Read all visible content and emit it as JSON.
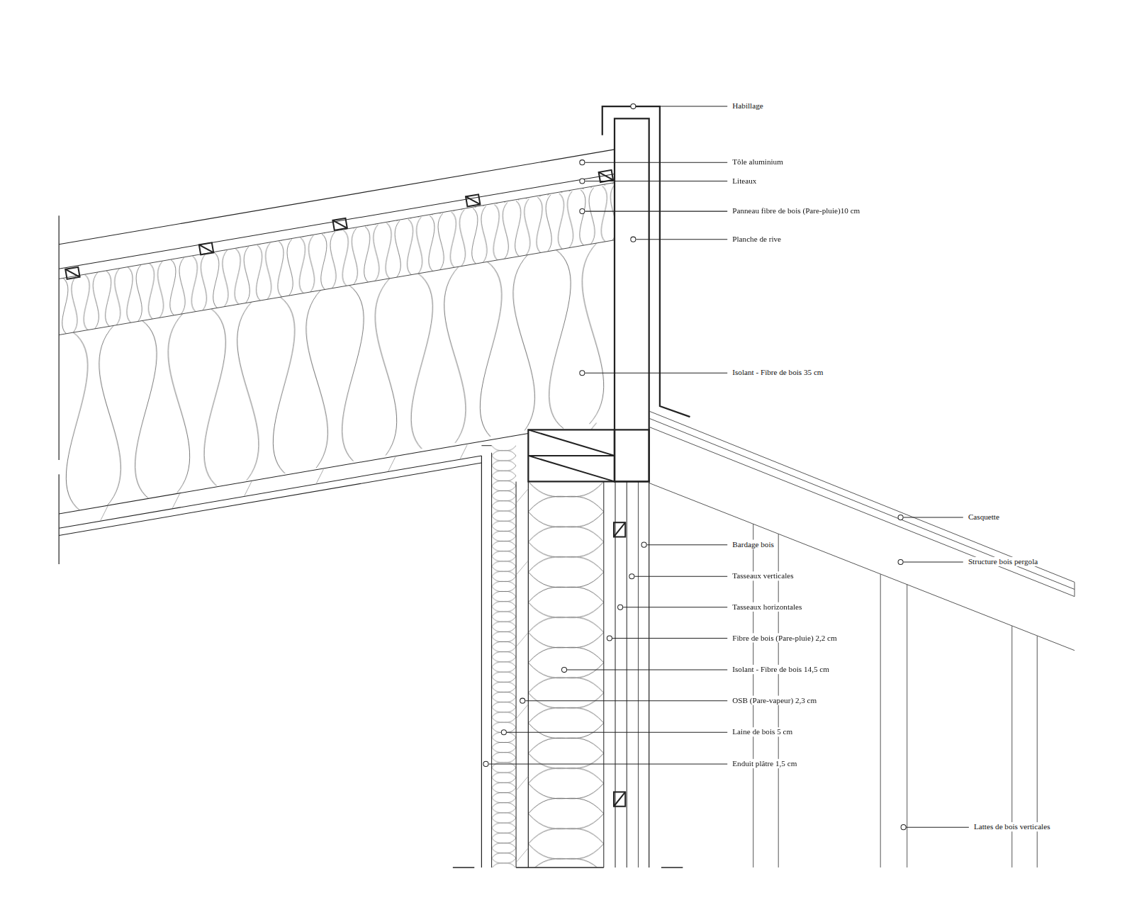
{
  "diagram": {
    "labels": [
      "Habillage",
      "Tôle aluminium",
      "Liteaux",
      "Panneau fibre de bois (Pare-pluie)10 cm",
      "Planche de rive",
      "Isolant - Fibre de bois 35 cm",
      "Casquette",
      "Structure bois pergola",
      "Bardage bois",
      "Tasseaux verticales",
      "Tasseaux horizontales",
      "Fibre de bois (Pare-pluie) 2,2 cm",
      "Isolant - Fibre de bois 14,5 cm",
      "OSB (Pare-vapeur) 2,3 cm",
      "Laine de bois 5 cm",
      "Enduit plâtre 1,5 cm",
      "Lattes de bois verticales"
    ]
  }
}
